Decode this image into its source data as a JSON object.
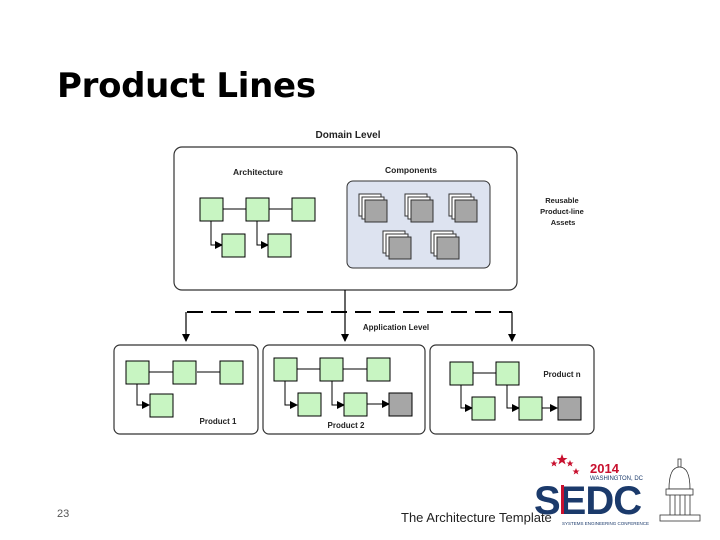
{
  "slide": {
    "title": "Product Lines",
    "number": "23",
    "footer": "The Architecture Template"
  },
  "diagram": {
    "domain_level_label": "Domain Level",
    "architecture_label": "Architecture",
    "components_label": "Components",
    "reusable_assets_label": "Reusable Product-line Assets",
    "application_level_label": "Application Level",
    "products": [
      "Product 1",
      "Product 2",
      "Product n"
    ]
  },
  "logo": {
    "year": "2014",
    "city": "WASHINGTON, DC",
    "letters": "SEDC",
    "tagline": "SYSTEMS ENGINEERING CONFERENCE"
  },
  "colors": {
    "box_green": "#c8f5c2",
    "component_panel": "#dde3f0",
    "component_gray": "#a6a6a6",
    "logo_red": "#c8102e",
    "logo_navy": "#1b3a6b"
  }
}
